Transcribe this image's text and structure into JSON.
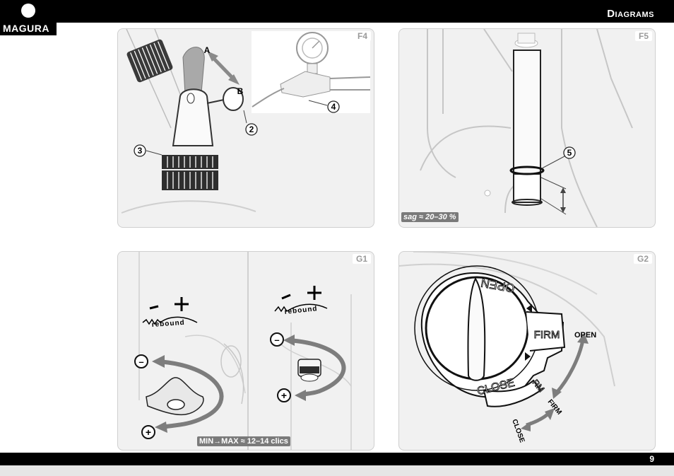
{
  "brand": {
    "name": "MAGURA"
  },
  "header": {
    "section_title": "Diagrams"
  },
  "panels": {
    "f4": {
      "label": "F4",
      "callouts": {
        "a": "A",
        "b": "B",
        "n2": "2",
        "n3": "3",
        "n4": "4"
      }
    },
    "f5": {
      "label": "F5",
      "callouts": {
        "n5": "5"
      },
      "caption": "sag ≈ 20–30 %"
    },
    "g1": {
      "label": "G1",
      "rebound_text": "rebound",
      "minus": "–",
      "plus": "+",
      "caption": "MIN→MAX ≈ 12–14 clics"
    },
    "g2": {
      "label": "G2",
      "dial_open": "OPEN",
      "dial_firm": "FIRM",
      "dial_close": "CLOSE",
      "dial_rm": "RM",
      "arrow_open": "OPEN",
      "arrow_firm": "FIRM",
      "arrow_close": "CLOSE"
    }
  },
  "footer": {
    "page_number": "9"
  }
}
